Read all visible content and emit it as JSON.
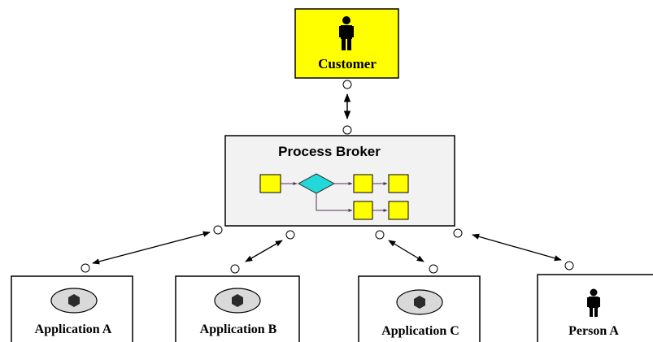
{
  "diagram": {
    "customer": {
      "label": "Customer",
      "fill": "#ffff00",
      "icon": "person-icon"
    },
    "broker": {
      "label": "Process Broker",
      "fill": "#f2f2f2",
      "task_fill": "#ffff00",
      "decision_fill": "#22d8d8"
    },
    "applications": [
      {
        "label": "Application A",
        "icon": "component-icon"
      },
      {
        "label": "Application B",
        "icon": "component-icon"
      },
      {
        "label": "Application C",
        "icon": "component-icon"
      }
    ],
    "person": {
      "label": "Person A",
      "icon": "person-icon"
    },
    "line_color": "#000000"
  }
}
